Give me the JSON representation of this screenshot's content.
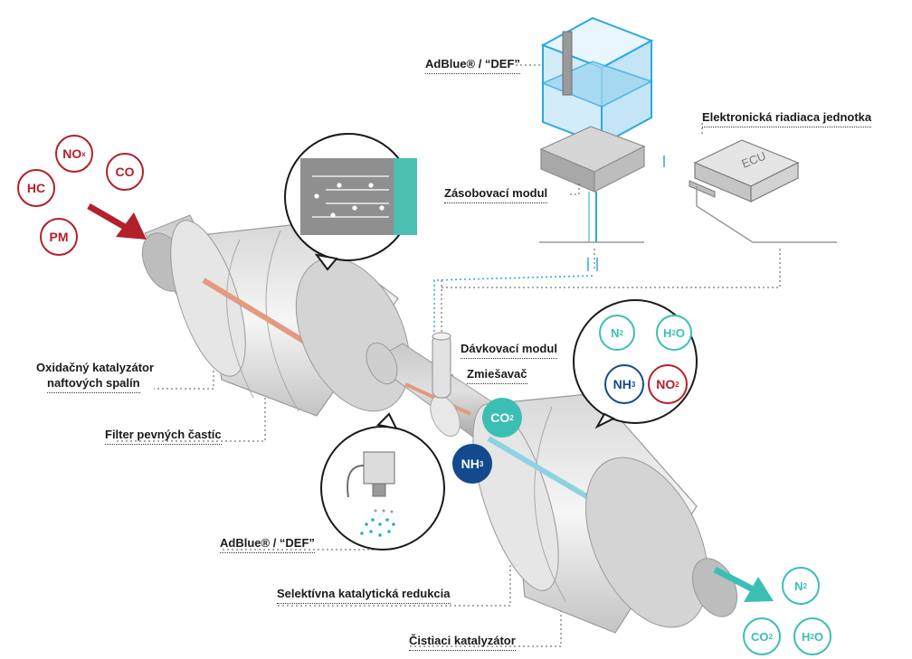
{
  "labels": {
    "adblue_tank": "AdBlue® / “DEF”",
    "ecu": "Elektronická riadiaca jednotka",
    "ecu_box_text": "ECU",
    "supply_module": "Zásobovací modul",
    "dosing_module": "Dávkovací modul",
    "mixer": "Zmiešavač",
    "doc_line1": "Oxidačný katalyzátor",
    "doc_line2": "naftových spalín",
    "dpf": "Filter pevných častíc",
    "adblue_spray": "AdBlue® / “DEF”",
    "scr": "Selektívna katalytická redukcia",
    "cleanup": "Čistiaci katalyzátor"
  },
  "pollutants": [
    {
      "text": "NO",
      "sub": "x"
    },
    {
      "text": "CO",
      "sub": ""
    },
    {
      "text": "HC",
      "sub": ""
    },
    {
      "text": "PM",
      "sub": ""
    }
  ],
  "mid_molecules": [
    {
      "text": "CO",
      "sub": "2"
    },
    {
      "text": "NH",
      "sub": "3"
    }
  ],
  "reaction": [
    {
      "text": "N",
      "sub": "2"
    },
    {
      "text": "H",
      "sub": "2",
      "rest": "O"
    },
    {
      "text": "NH",
      "sub": "3"
    },
    {
      "text": "NO",
      "sub": "2"
    }
  ],
  "outputs": [
    {
      "text": "N",
      "sub": "2"
    },
    {
      "text": "CO",
      "sub": "2"
    },
    {
      "text": "H",
      "sub": "2",
      "rest": "O"
    }
  ],
  "colors": {
    "pollutant_red": "#b3202a",
    "teal": "#3bbfb4",
    "navy": "#124a8c",
    "tank_blue": "#29a9e0",
    "pipe_grey": "#b9b9b9"
  }
}
